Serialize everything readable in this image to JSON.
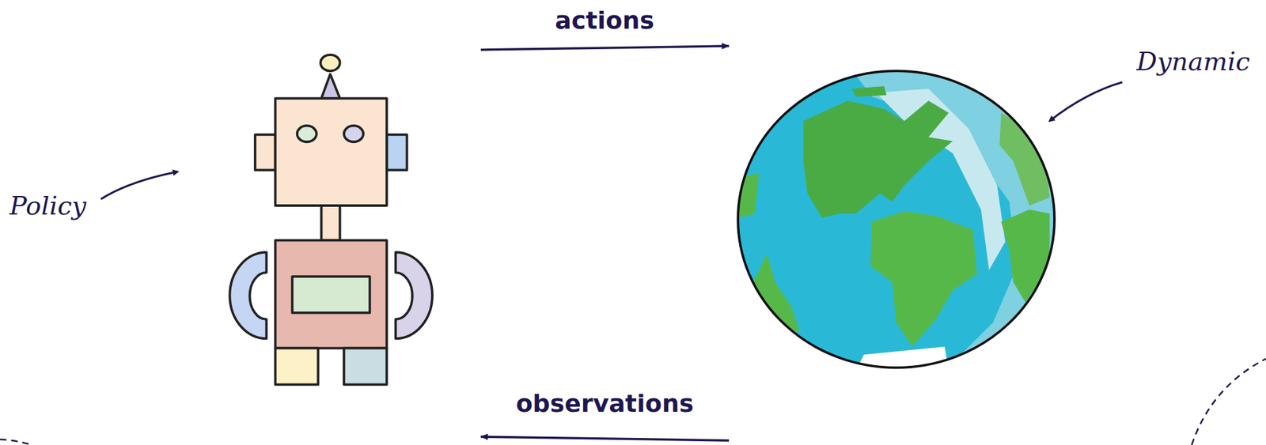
{
  "diagram": {
    "nodes": [
      {
        "text": [
          "Policy"
        ]
      },
      {
        "text": [
          "Dynamic"
        ]
      }
    ],
    "edges": [
      {
        "from": 0,
        "to": 1,
        "arrow": "to",
        "label": "actions"
      },
      {
        "from": 1,
        "to": 0,
        "arrow": "to",
        "label": "observations"
      }
    ]
  }
}
